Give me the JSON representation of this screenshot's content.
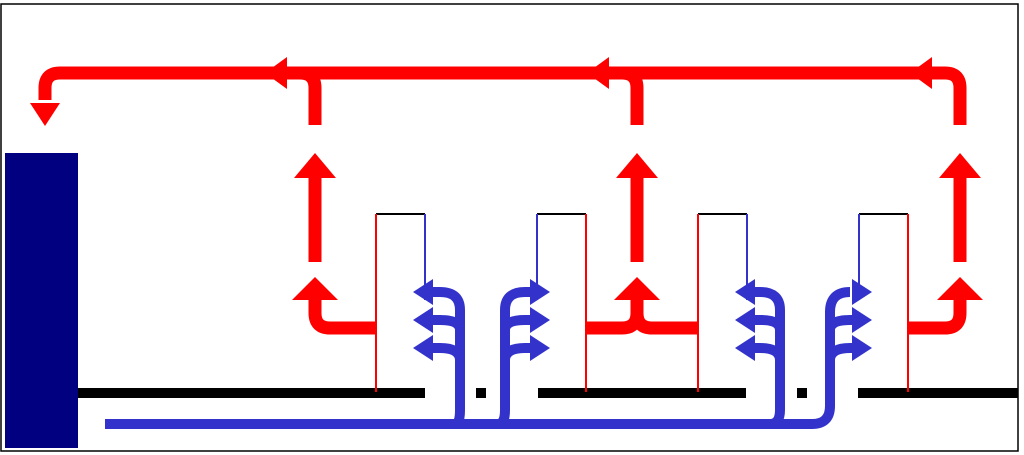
{
  "diagram": {
    "colors": {
      "background": "#ffffff",
      "border": "#000000",
      "wall": "#000080",
      "flow_up": "#ff0000",
      "flow_supply": "#3333cc",
      "ground": "#000000"
    },
    "wall_count": 1,
    "unit_count": 4,
    "arrow_direction_return": "left",
    "arrow_direction_supply": "right"
  }
}
